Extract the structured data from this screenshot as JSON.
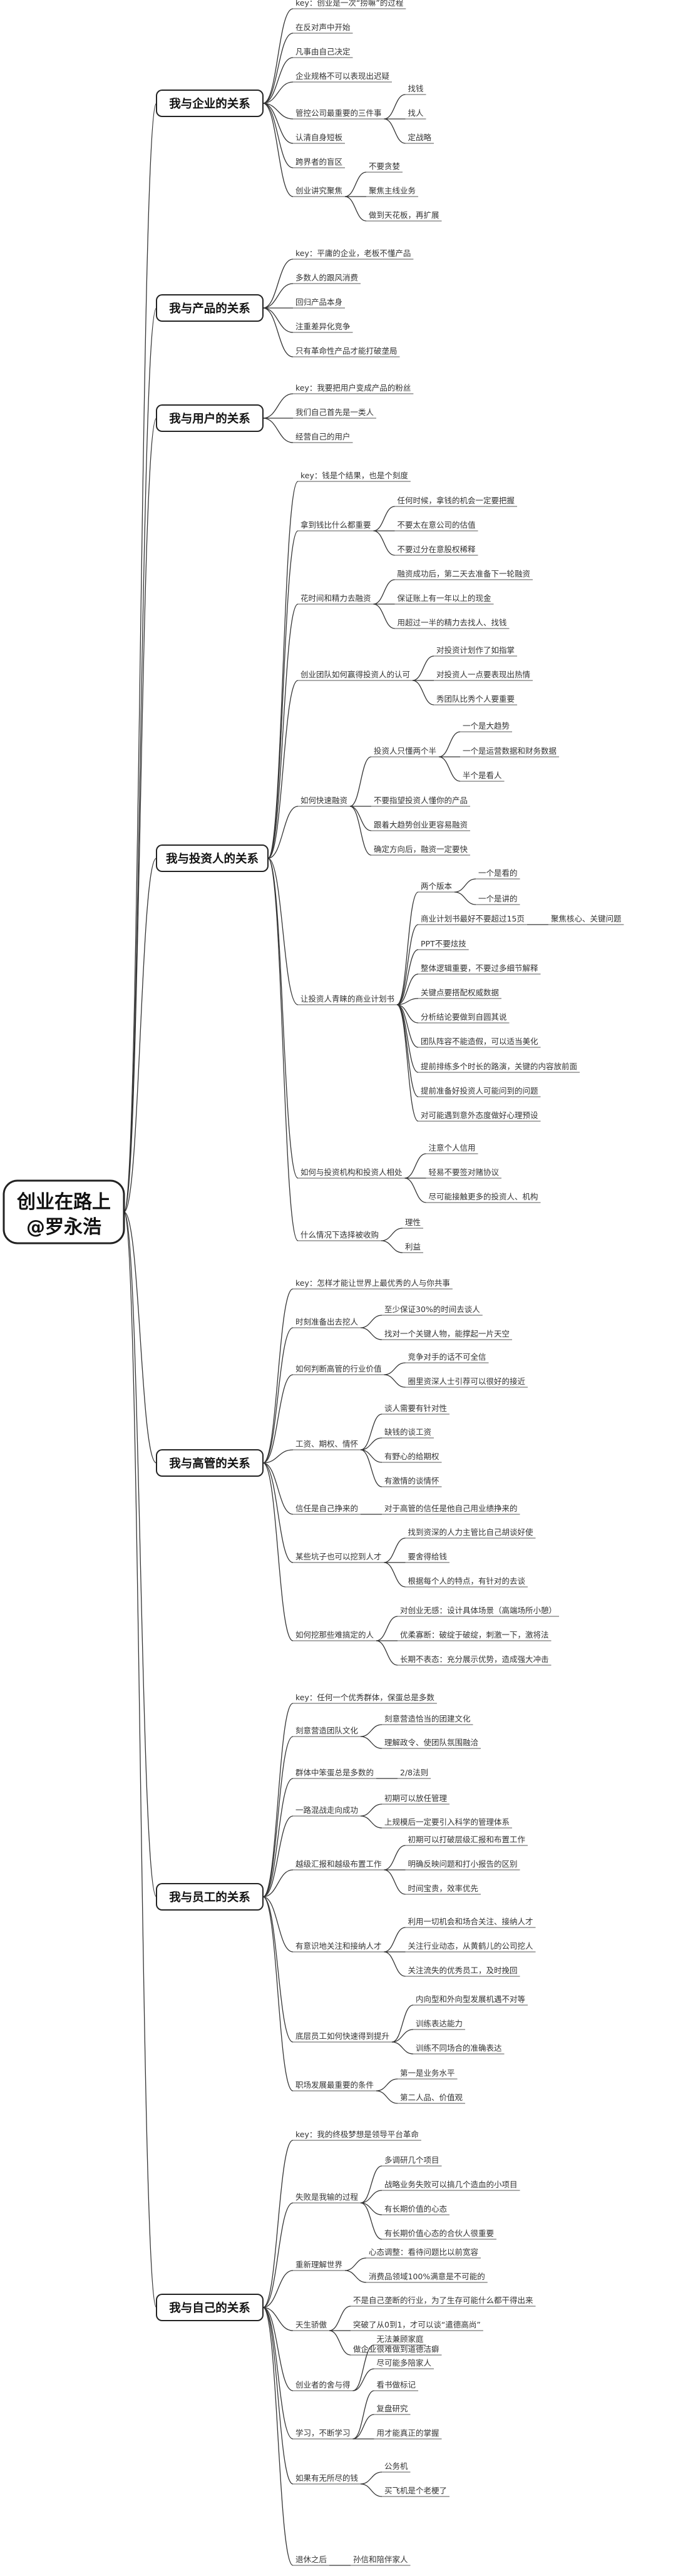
{
  "root": {
    "line1": "创业在路上",
    "line2": "@罗永浩"
  },
  "branches": [
    {
      "label": "我与企业的关系",
      "children": [
        {
          "label": "key：创业是一次“捞嘛”的过程"
        },
        {
          "label": "在反对声中开始"
        },
        {
          "label": "凡事由自己决定"
        },
        {
          "label": "企业规格不可以表现出迟疑"
        },
        {
          "label": "管控公司最重要的三件事",
          "children": [
            {
              "label": "找钱"
            },
            {
              "label": "找人"
            },
            {
              "label": "定战略"
            }
          ]
        },
        {
          "label": "认清自身短板"
        },
        {
          "label": "跨界者的盲区"
        },
        {
          "label": "创业讲究聚焦",
          "children": [
            {
              "label": "不要贪婪"
            },
            {
              "label": "聚焦主线业务"
            },
            {
              "label": "做到天花板，再扩展"
            }
          ]
        }
      ]
    },
    {
      "label": "我与产品的关系",
      "children": [
        {
          "label": "key：平庸的企业，老板不懂产品"
        },
        {
          "label": "多数人的跟风消费"
        },
        {
          "label": "回归产品本身"
        },
        {
          "label": "注重差异化竞争"
        },
        {
          "label": "只有革命性产品才能打破垄局"
        }
      ]
    },
    {
      "label": "我与用户的关系",
      "children": [
        {
          "label": "key：我要把用户变成产品的粉丝"
        },
        {
          "label": "我们自己首先是一类人"
        },
        {
          "label": "经营自己的用户"
        }
      ]
    },
    {
      "label": "我与投资人的关系",
      "children": [
        {
          "label": "key：钱是个结果，也是个刻度"
        },
        {
          "label": "拿到钱比什么都重要",
          "children": [
            {
              "label": "任何时候，拿钱的机会一定要把握"
            },
            {
              "label": "不要太在意公司的估值"
            },
            {
              "label": "不要过分在意股权稀释"
            }
          ]
        },
        {
          "label": "花时间和精力去融资",
          "children": [
            {
              "label": "融资成功后，第二天去准备下一轮融资"
            },
            {
              "label": "保证账上有一年以上的现金"
            },
            {
              "label": "用超过一半的精力去找人、找钱"
            }
          ]
        },
        {
          "label": "创业团队如何赢得投资人的认可",
          "children": [
            {
              "label": "对投资计划作了如指掌"
            },
            {
              "label": "对投资人一点要表现出热情"
            },
            {
              "label": "秀团队比秀个人要重要"
            }
          ]
        },
        {
          "label": "如何快速融资",
          "children": [
            {
              "label": "投资人只懂两个半",
              "children": [
                {
                  "label": "一个是大趋势"
                },
                {
                  "label": "一个是运营数据和财务数据"
                },
                {
                  "label": "半个是看人"
                }
              ]
            },
            {
              "label": "不要指望投资人懂你的产品"
            },
            {
              "label": "跟着大趋势创业更容易融资"
            },
            {
              "label": "确定方向后，融资一定要快"
            }
          ]
        },
        {
          "label": "让投资人青睐的商业计划书",
          "children": [
            {
              "label": "两个版本",
              "children": [
                {
                  "label": "一个是看的"
                },
                {
                  "label": "一个是讲的"
                }
              ]
            },
            {
              "label": "商业计划书最好不要超过15页",
              "children": [
                {
                  "label": "聚焦核心、关键问题"
                }
              ]
            },
            {
              "label": "PPT不要炫技"
            },
            {
              "label": "整体逻辑重要，不要过多细节解释"
            },
            {
              "label": "关键点要搭配权威数据"
            },
            {
              "label": "分析结论要做到自圆其说"
            },
            {
              "label": "团队阵容不能造假，可以适当美化"
            },
            {
              "label": "提前排练多个时长的路演，关键的内容放前面"
            },
            {
              "label": "提前准备好投资人可能问到的问题"
            },
            {
              "label": "对可能遇到意外态度做好心理预设"
            }
          ]
        },
        {
          "label": "如何与投资机构和投资人相处",
          "children": [
            {
              "label": "注意个人信用"
            },
            {
              "label": "轻易不要签对赌协议"
            },
            {
              "label": "尽可能接触更多的投资人、机构"
            }
          ]
        },
        {
          "label": "什么情况下选择被收购",
          "children": [
            {
              "label": "理性"
            },
            {
              "label": "利益"
            }
          ]
        }
      ]
    },
    {
      "label": "我与高管的关系",
      "children": [
        {
          "label": "key：怎样才能让世界上最优秀的人与你共事"
        },
        {
          "label": "时刻准备出去挖人",
          "children": [
            {
              "label": "至少保证30%的时间去谈人"
            },
            {
              "label": "找对一个关键人物，能撑起一片天空"
            }
          ]
        },
        {
          "label": "如何判断高管的行业价值",
          "children": [
            {
              "label": "竞争对手的话不可全信"
            },
            {
              "label": "圈里资深人士引荐可以很好的接近"
            }
          ]
        },
        {
          "label": "工资、期权、情怀",
          "children": [
            {
              "label": "谈人需要有针对性"
            },
            {
              "label": "缺钱的谈工资"
            },
            {
              "label": "有野心的给期权"
            },
            {
              "label": "有激情的谈情怀"
            }
          ]
        },
        {
          "label": "信任是自己挣来的",
          "children": [
            {
              "label": "对于高管的信任是他自己用业绩挣来的"
            }
          ]
        },
        {
          "label": "某些坑子也可以挖到人才",
          "children": [
            {
              "label": "找到资深的人力主管比自己胡谈好使"
            },
            {
              "label": "要舍得给钱"
            },
            {
              "label": "根据每个人的特点，有针对的去谈"
            }
          ]
        },
        {
          "label": "如何挖那些难搞定的人",
          "children": [
            {
              "label": "对创业无感：设计具体场景（高端场所小憩）"
            },
            {
              "label": "优柔寡断：破绽于破绽，刺激一下，激将法"
            },
            {
              "label": "长期不表态：充分展示优势，造成强大冲击"
            }
          ]
        }
      ]
    },
    {
      "label": "我与员工的关系",
      "children": [
        {
          "label": "key：任何一个优秀群体，保蛋总是多数"
        },
        {
          "label": "刻意营造团队文化",
          "children": [
            {
              "label": "刻意营造恰当的团建文化"
            },
            {
              "label": "理解政令、使团队氛围融洽"
            }
          ]
        },
        {
          "label": "群体中笨蛋总是多数的",
          "children": [
            {
              "label": "2/8法则"
            }
          ]
        },
        {
          "label": "一路混战走向成功",
          "children": [
            {
              "label": "初期可以放任管理"
            },
            {
              "label": "上规模后一定要引入科学的管理体系"
            }
          ]
        },
        {
          "label": "越级汇报和越级布置工作",
          "children": [
            {
              "label": "初期可以打破层级汇报和布置工作"
            },
            {
              "label": "明确反映问题和打小报告的区别"
            },
            {
              "label": "时间宝贵，效率优先"
            }
          ]
        },
        {
          "label": "有意识地关注和接纳人才",
          "children": [
            {
              "label": "利用一切机会和场合关注、接纳人才"
            },
            {
              "label": "关注行业动态，从黄鹤儿的公司挖人"
            },
            {
              "label": "关注流失的优秀员工，及时挽回"
            }
          ]
        },
        {
          "label": "底层员工如何快速得到提升",
          "children": [
            {
              "label": "内向型和外向型发展机遇不对等"
            },
            {
              "label": "训练表达能力"
            },
            {
              "label": "训练不同场合的准确表达"
            }
          ]
        },
        {
          "label": "职场发展最重要的条件",
          "children": [
            {
              "label": "第一是业务水平"
            },
            {
              "label": "第二人品、价值观"
            }
          ]
        }
      ]
    },
    {
      "label": "我与自己的关系",
      "children": [
        {
          "label": "key：我的终极梦想是领导平台革命"
        },
        {
          "label": "失败是我输的过程",
          "children": [
            {
              "label": "多调研几个项目"
            },
            {
              "label": "战略业务失败可以搞几个造血的小项目"
            },
            {
              "label": "有长期价值的心态"
            },
            {
              "label": "有长期价值心态的合伙人很重要"
            }
          ]
        },
        {
          "label": "重新理解世界",
          "children": [
            {
              "label": "心态调整：看待问题比以前宽容"
            },
            {
              "label": "消费品领域100%满意是不可能的"
            }
          ]
        },
        {
          "label": "天生骄傲",
          "children": [
            {
              "label": "不是自己垄断的行业，为了生存可能什么都干得出来"
            },
            {
              "label": "突破了从0到1，才可以谈“遣德高尚”"
            },
            {
              "label": "做企业很难做到道德洁癖"
            }
          ]
        },
        {
          "label": "创业者的舍与得",
          "children": [
            {
              "label": "无法兼顾家庭"
            },
            {
              "label": "尽可能多陪家人"
            }
          ]
        },
        {
          "label": "学习，不断学习",
          "children": [
            {
              "label": "看书做标记"
            },
            {
              "label": "复盘研究"
            },
            {
              "label": "用才能真正的掌握"
            }
          ]
        },
        {
          "label": "如果有无所尽的钱",
          "children": [
            {
              "label": "公务机"
            },
            {
              "label": "买飞机是个老梗了"
            }
          ]
        },
        {
          "label": "退休之后",
          "children": [
            {
              "label": "孙信和陪伴家人"
            }
          ]
        }
      ]
    }
  ]
}
